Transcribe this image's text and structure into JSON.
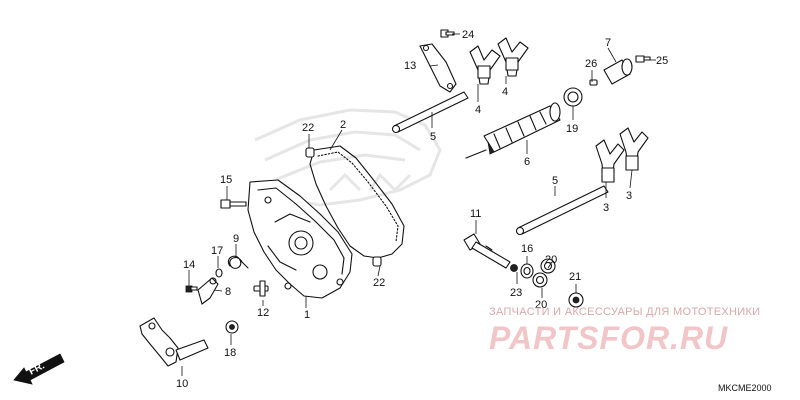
{
  "diagram": {
    "code": "MKCME2000",
    "direction_label": "FR.",
    "watermark": {
      "tagline": "ЗАПЧАСТИ И АКСЕССУАРЫ ДЛЯ МОТОТЕХНИКИ",
      "brand": "PARTSFOR.RU"
    },
    "callouts": {
      "c1": "1",
      "c2": "2",
      "c3a": "3",
      "c3b": "3",
      "c4a": "4",
      "c4b": "4",
      "c5a": "5",
      "c5b": "5",
      "c6": "6",
      "c7": "7",
      "c8": "8",
      "c9": "9",
      "c10": "10",
      "c11": "11",
      "c12": "12",
      "c13": "13",
      "c14": "14",
      "c15": "15",
      "c16": "16",
      "c17": "17",
      "c18": "18",
      "c19": "19",
      "c20a": "20",
      "c20b": "20",
      "c21": "21",
      "c22a": "22",
      "c22b": "22",
      "c23": "23",
      "c24": "24",
      "c25": "25",
      "c26": "26"
    }
  }
}
